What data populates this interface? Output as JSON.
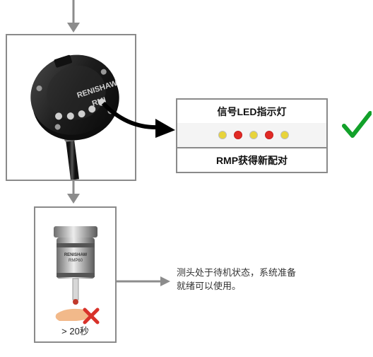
{
  "led_panel": {
    "title": "信号LED指示灯",
    "status": "RMP获得新配对",
    "leds": [
      {
        "color": "#e8d43a"
      },
      {
        "color": "#e12a24"
      },
      {
        "color": "#e8d43a"
      },
      {
        "color": "#e12a24"
      },
      {
        "color": "#e8d43a"
      }
    ]
  },
  "receiver": {
    "brand": "RENISHAW",
    "model": "RMI"
  },
  "probe": {
    "brand": "RENISHAW",
    "model": "RMP60",
    "timer": "> 20秒"
  },
  "standby_text": {
    "line1": "测头处于待机状态，系统准备",
    "line2": "就绪可以使用。"
  },
  "colors": {
    "frame": "#8a8a8a",
    "arrow": "#8c8c8c",
    "check": "#12a12a",
    "cross": "#d8322a",
    "led_bg": "#f4f4f4"
  },
  "icons": {
    "success": "checkmark-icon",
    "fail": "cross-icon"
  }
}
